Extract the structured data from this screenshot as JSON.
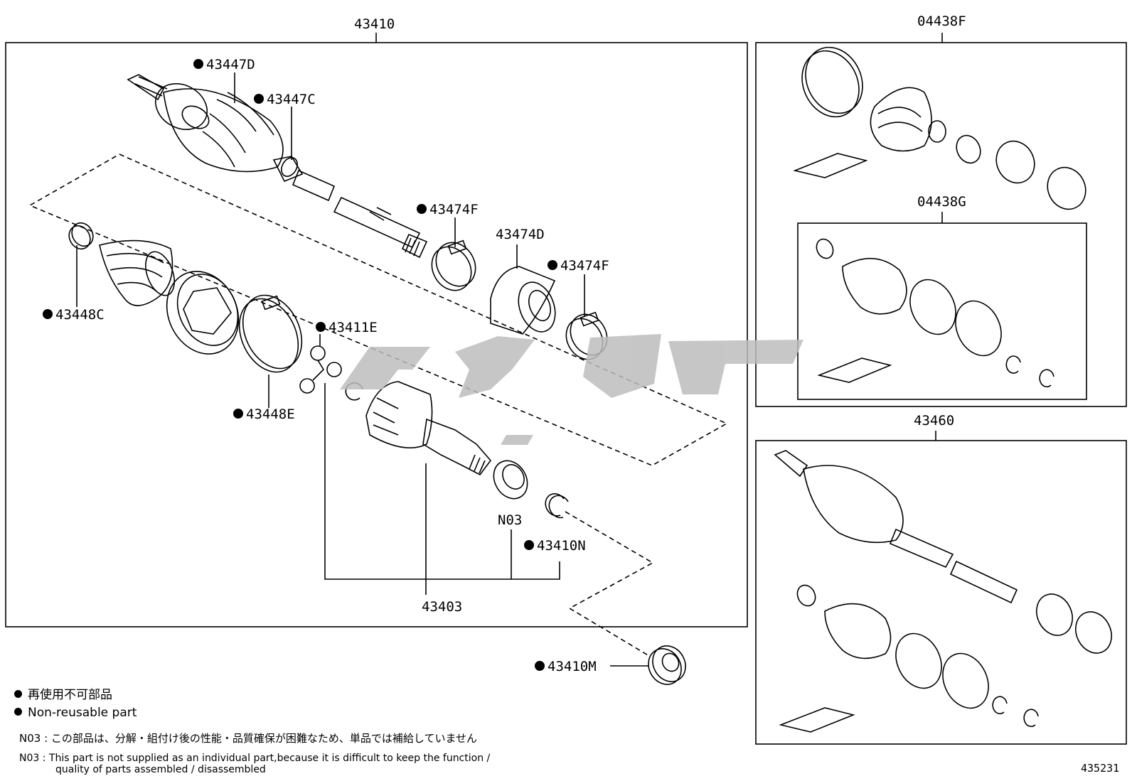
{
  "group_labels": {
    "main_assembly": "43410",
    "boot_kit_outer": "04438F",
    "boot_kit_inner": "04438G",
    "opposite_assembly": "43460",
    "inner_joint_assembly": "43403"
  },
  "part_labels": {
    "p43447D": "43447D",
    "p43447C": "43447C",
    "p43474F_a": "43474F",
    "p43474D": "43474D",
    "p43474F_b": "43474F",
    "p43448C": "43448C",
    "p43411E": "43411E",
    "p43448E": "43448E",
    "pN03": "N03",
    "p43410N": "43410N",
    "p43410M": "43410M"
  },
  "legend": {
    "jp": "再使用不可部品",
    "en": "Non-reusable part"
  },
  "notes": {
    "jp_prefix": "N03 :",
    "jp_text": "この部品は、分解・組付け後の性能・品質確保が困難なため、単品では補給していません",
    "en_prefix": "N03 :",
    "en_text_1": "This part is not supplied as an individual part,because it is difficult to keep the function /",
    "en_text_2": "quality of parts assembled / disassembled"
  },
  "figure_code": "435231",
  "watermark_color": "#bdbdbd"
}
